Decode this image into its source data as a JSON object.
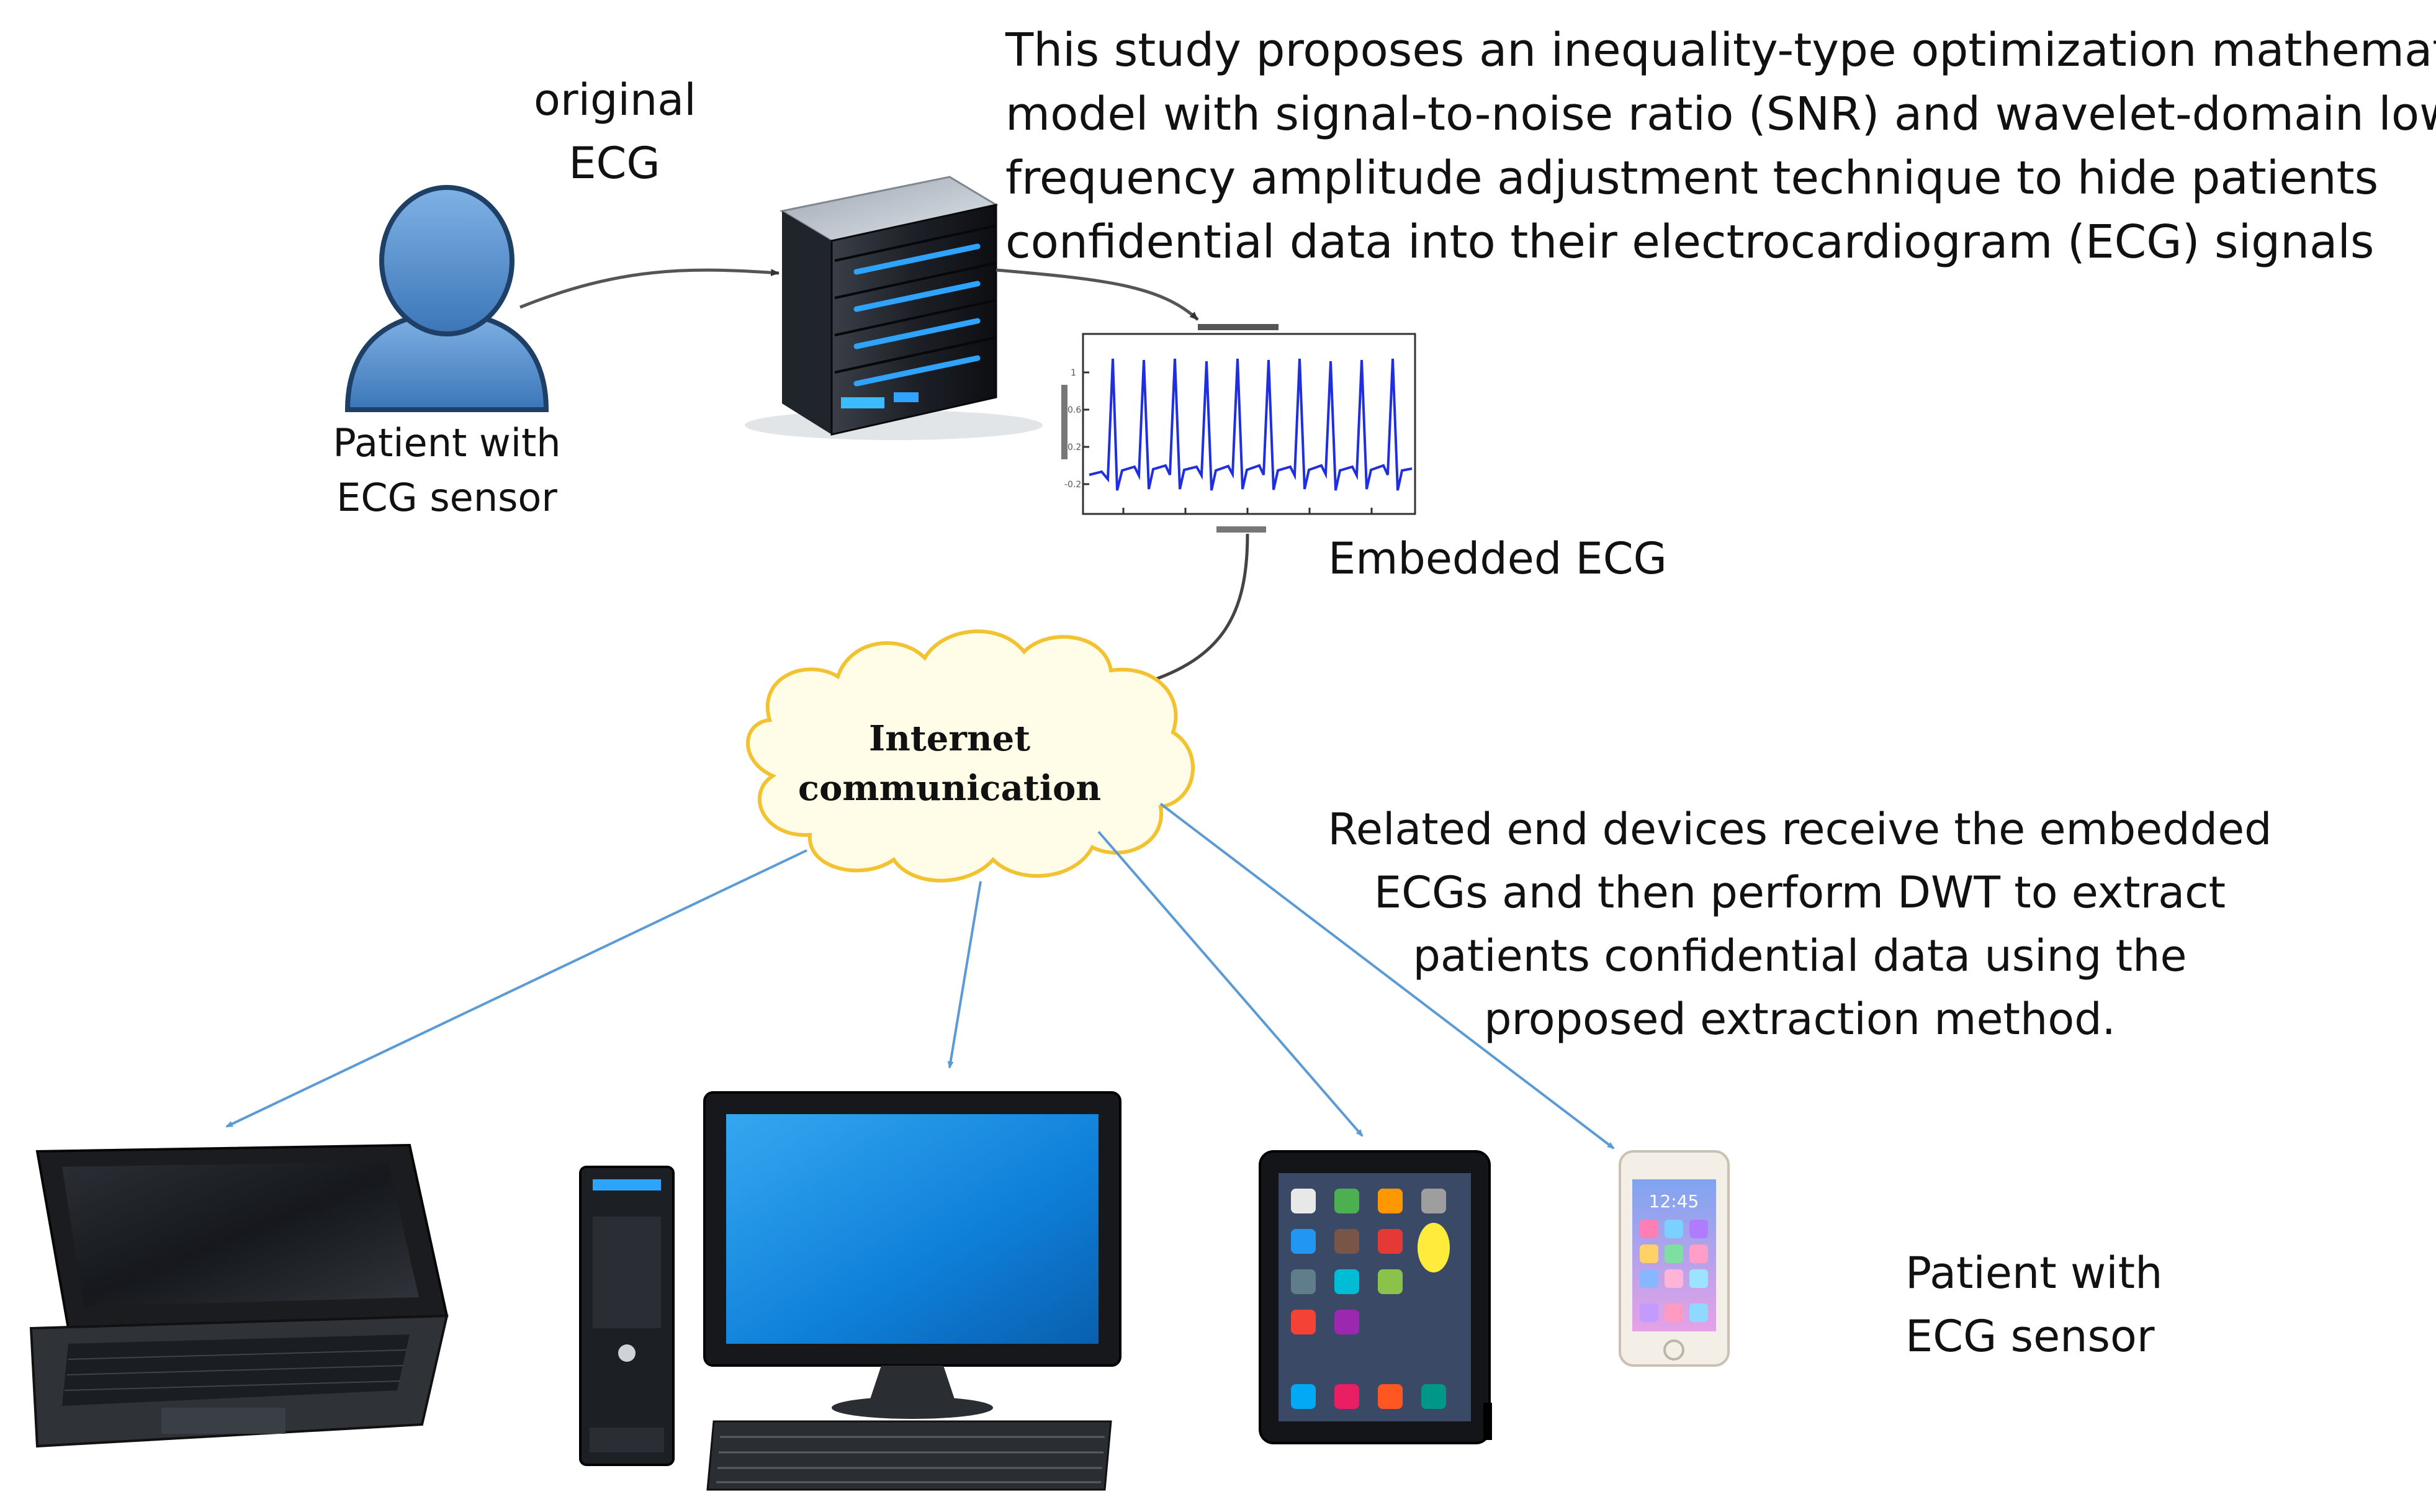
{
  "description": {
    "lines": [
      "This study proposes an inequality-type optimization mathematical",
      "model with signal-to-noise ratio (SNR) and wavelet-domain low-",
      "frequency amplitude adjustment technique to hide patients",
      "confidential data into their electrocardiogram (ECG) signals"
    ]
  },
  "original_ecg": {
    "line1": "original",
    "line2": "ECG"
  },
  "patient_top": {
    "line1": "Patient with",
    "line2": "ECG sensor"
  },
  "embedded_ecg": {
    "label": "Embedded ECG"
  },
  "internet": {
    "line1": "Internet",
    "line2": "communication"
  },
  "related": {
    "lines": [
      "Related end devices receive the embedded",
      "ECGs and then perform DWT to extract",
      "patients confidential data using the",
      "proposed extraction method."
    ]
  },
  "patient_bottom": {
    "line1": "Patient with",
    "line2": "ECG sensor"
  },
  "phone": {
    "time": "12:45"
  },
  "colors": {
    "person": "#4a86c8",
    "cloud_fill": "#fffde8",
    "cloud_stroke": "#f2c230",
    "device_arrow": "#5b9bd5",
    "ecg_trace": "#1f2fe0",
    "server_light": "#2ea4ff"
  },
  "icons": [
    "person-icon",
    "server-icon",
    "ecg-plot-icon",
    "cloud-icon",
    "laptop-icon",
    "desktop-icon",
    "tablet-icon",
    "smartphone-icon"
  ]
}
